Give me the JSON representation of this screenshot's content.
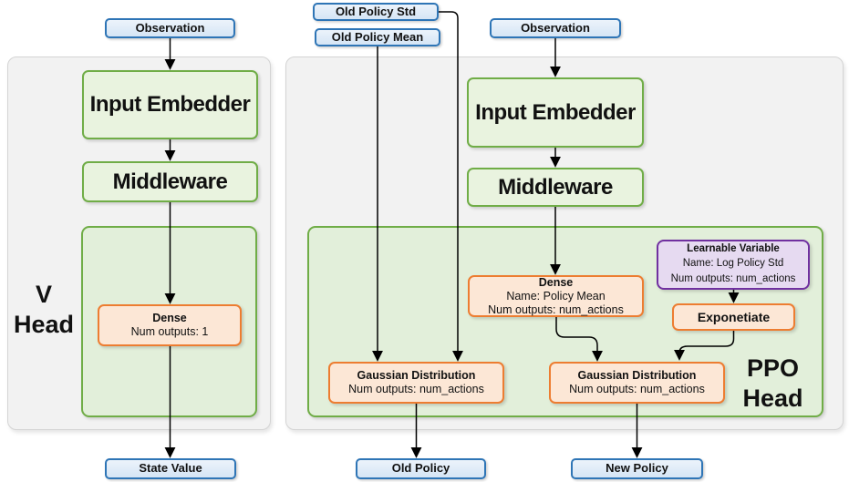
{
  "nodes": {
    "observation_left": {
      "label": "Observation"
    },
    "old_policy_std": {
      "label": "Old Policy Std"
    },
    "old_policy_mean": {
      "label": "Old Policy Mean"
    },
    "observation_right": {
      "label": "Observation"
    },
    "input_embedder_left": {
      "label": "Input Embedder"
    },
    "middleware_left": {
      "label": "Middleware"
    },
    "dense_left": {
      "title": "Dense",
      "line2": "Num outputs: 1"
    },
    "input_embedder_right": {
      "label": "Input Embedder"
    },
    "middleware_right": {
      "label": "Middleware"
    },
    "dense_right": {
      "title": "Dense",
      "line2": "Name: Policy Mean",
      "line3": "Num outputs: num_actions"
    },
    "learnable_variable": {
      "title": "Learnable Variable",
      "line2": "Name: Log Policy Std",
      "line3": "Num outputs: num_actions"
    },
    "exponetiate": {
      "label": "Exponetiate"
    },
    "gaussian_left": {
      "title": "Gaussian Distribution",
      "line2": "Num outputs: num_actions"
    },
    "gaussian_right": {
      "title": "Gaussian Distribution",
      "line2": "Num outputs: num_actions"
    },
    "state_value": {
      "label": "State Value"
    },
    "old_policy": {
      "label": "Old Policy"
    },
    "new_policy": {
      "label": "New Policy"
    }
  },
  "group_labels": {
    "v_head_line1": "V",
    "v_head_line2": "Head",
    "ppo_head_line1": "PPO",
    "ppo_head_line2": "Head"
  },
  "colors": {
    "blue_border": "#2e75b6",
    "blue_fill": "#dbe8f6",
    "green_border": "#70ad47",
    "green_box_fill": "#e9f3df",
    "green_container_fill": "#e2efda",
    "orange_border": "#ed7d31",
    "orange_fill": "#fce7d6",
    "purple_border": "#7030a0",
    "purple_fill": "#e6daf1",
    "panel_fill": "#f2f2f2",
    "panel_border": "#d4d4d4",
    "connector": "#000000"
  }
}
